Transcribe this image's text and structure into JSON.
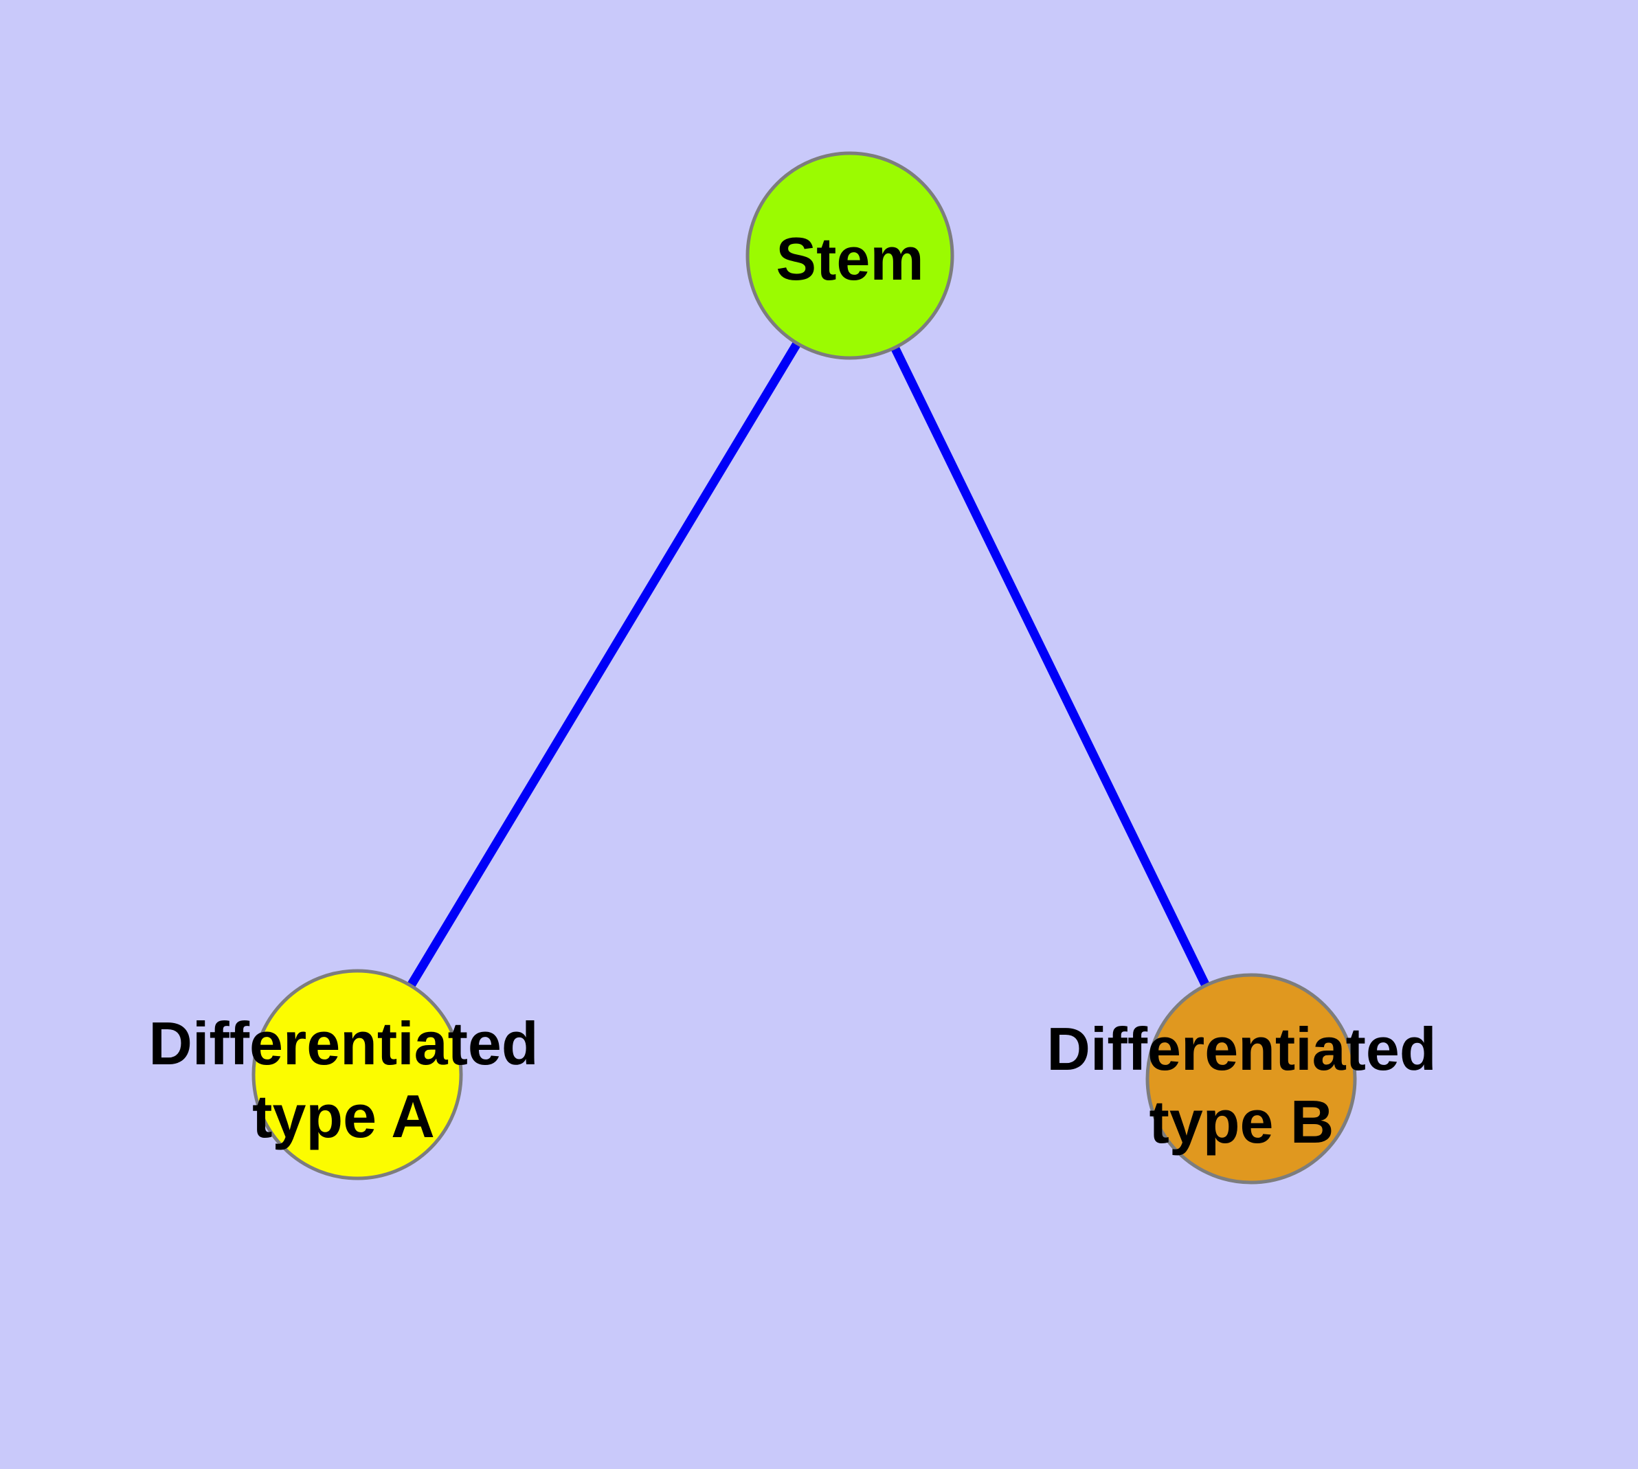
{
  "diagram": {
    "kind": "node-link-graph",
    "background_color": "#c9c9fa",
    "edge_color": "#0000f8",
    "node_border_color": "#7d7d7d",
    "label_color": "#000000",
    "nodes": [
      {
        "id": "stem",
        "label": "Stem",
        "lines": [
          "Stem"
        ],
        "color": "#9bfb01"
      },
      {
        "id": "differentiated-type-a",
        "label": "Differentiated type A",
        "lines": [
          "Differentiated",
          "type A"
        ],
        "color": "#fcfc00"
      },
      {
        "id": "differentiated-type-b",
        "label": "Differentiated type B",
        "lines": [
          "Differentiated",
          "type B"
        ],
        "color": "#e0981f"
      }
    ],
    "edges": [
      {
        "from": "Stem",
        "to": "Differentiated type A"
      },
      {
        "from": "Stem",
        "to": "Differentiated type B"
      }
    ]
  }
}
